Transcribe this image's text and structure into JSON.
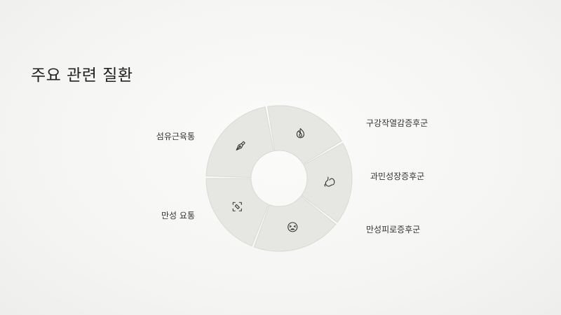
{
  "title": "주요 관련 질환",
  "segments": [
    {
      "label": "구강작열감증후군",
      "icon": "fire-icon",
      "side": "right"
    },
    {
      "label": "과민성장증후군",
      "icon": "stomach-icon",
      "side": "right"
    },
    {
      "label": "만성피로증후군",
      "icon": "tired-face-icon",
      "side": "right"
    },
    {
      "label": "만성 요통",
      "icon": "focus-frame-icon",
      "side": "left"
    },
    {
      "label": "섬유근육통",
      "icon": "pen-nib-icon",
      "side": "left"
    }
  ],
  "colors": {
    "segment_fill": "#e6e6e2",
    "segment_stroke": "#d9d9d4",
    "text": "#333333"
  }
}
